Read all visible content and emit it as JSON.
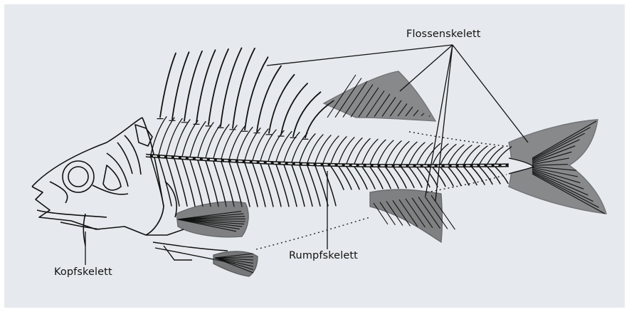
{
  "labels": {
    "fins": "Flossenskelett",
    "trunk": "Rumpfskelett",
    "head": "Kopfskelett"
  },
  "colors": {
    "background": "#e6eaee",
    "ink": "#111111"
  }
}
